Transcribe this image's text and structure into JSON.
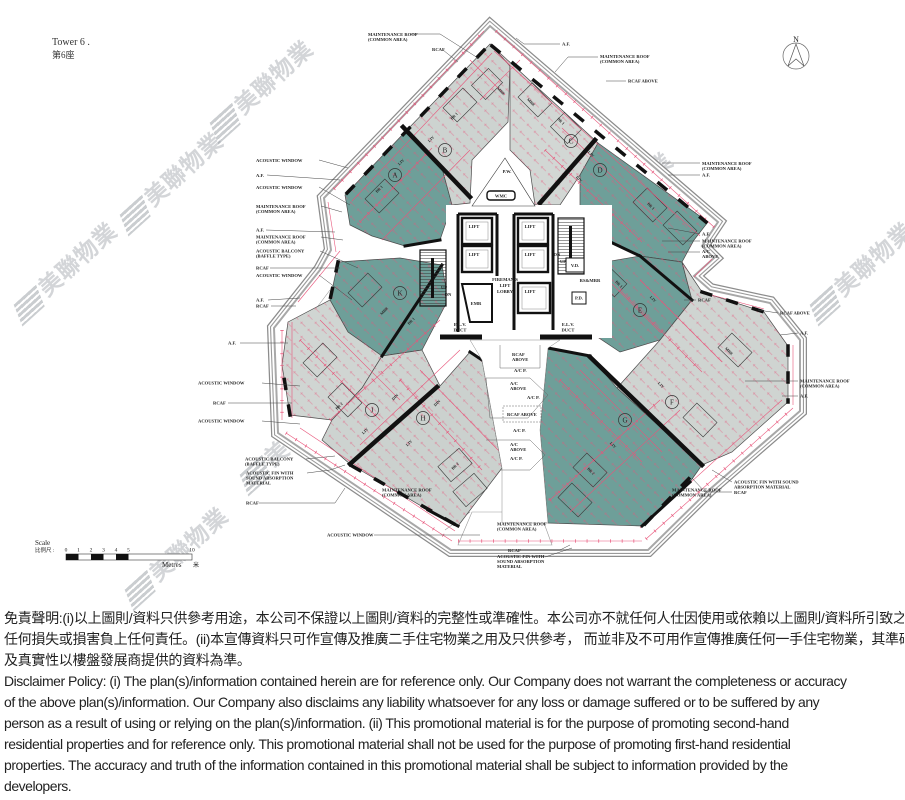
{
  "header": {
    "tower_en": "Tower 6 .",
    "tower_zh": "第6座"
  },
  "north_arrow": {
    "label": "N"
  },
  "scale": {
    "label_en": "Scale",
    "label_zh": "比例尺 :",
    "ticks": [
      "0",
      "1",
      "2",
      "3",
      "4",
      "5",
      "10"
    ],
    "unit_en": "Metres",
    "unit_zh": "米"
  },
  "colors": {
    "unit_teal": "#6e9f99",
    "unit_grey": "#cdd3d0",
    "dimension_pink": "#e8557a",
    "wall": "#111111"
  },
  "plan": {
    "units": [
      "A",
      "B",
      "C",
      "D",
      "E",
      "F",
      "G",
      "H",
      "J",
      "K"
    ],
    "core": {
      "lifts": [
        "LIFT",
        "LIFT",
        "LIFT",
        "LIFT",
        "LIFT"
      ],
      "firemans_lobby": [
        "FIREMAN'S",
        "LIFT",
        "LOBBY"
      ],
      "emr": "EMR",
      "pw": "P.W.",
      "wmc": "WMC",
      "vd": "V.D.",
      "rsmrr": "RS&MRR",
      "pd": "P.D.",
      "elv_duct_left": [
        "E.L.V.",
        "DUCT"
      ],
      "elv_duct_right": [
        "E.L.V.",
        "DUCT"
      ],
      "stair_labels": [
        "UP",
        "DN",
        "DN",
        "UP"
      ]
    },
    "callouts": [
      {
        "lines": [
          "MAINTENANCE ROOF",
          "(COMMON AREA)"
        ]
      },
      {
        "lines": [
          "RCAF"
        ]
      },
      {
        "lines": [
          "A.F."
        ]
      },
      {
        "lines": [
          "MAINTENANCE ROOF",
          "(COMMON AREA)"
        ]
      },
      {
        "lines": [
          "RCAF  ABOVE"
        ]
      },
      {
        "lines": [
          "ACOUSTIC WINDOW"
        ]
      },
      {
        "lines": [
          "A.F."
        ]
      },
      {
        "lines": [
          "ACOUSTIC WINDOW"
        ]
      },
      {
        "lines": [
          "MAINTENANCE ROOF",
          "(COMMON AREA)"
        ]
      },
      {
        "lines": [
          "A.F."
        ]
      },
      {
        "lines": [
          "MAINTENANCE ROOF",
          "(COMMON AREA)"
        ]
      },
      {
        "lines": [
          "ACOUSTIC BALCONY",
          "(BAFFLE TYPE)"
        ]
      },
      {
        "lines": [
          "RCAF"
        ]
      },
      {
        "lines": [
          "ACOUSTIC WINDOW"
        ]
      },
      {
        "lines": [
          "A.F."
        ]
      },
      {
        "lines": [
          "RCAF"
        ]
      },
      {
        "lines": [
          "A.F."
        ]
      },
      {
        "lines": [
          "ACOUSTIC WINDOW"
        ]
      },
      {
        "lines": [
          "RCAF"
        ]
      },
      {
        "lines": [
          "ACOUSTIC WINDOW"
        ]
      },
      {
        "lines": [
          "ACOUSTIC BALCONY",
          "(BAFFLE TYPE)"
        ]
      },
      {
        "lines": [
          "ACOUSTIC FIN WITH",
          "SOUND ABSORPTION",
          "MATERIAL"
        ]
      },
      {
        "lines": [
          "RCAF"
        ]
      },
      {
        "lines": [
          "ACOUSTIC WINDOW"
        ]
      },
      {
        "lines": [
          "MAINTENANCE ROOF",
          "(COMMON AREA)"
        ]
      },
      {
        "lines": [
          "A.F."
        ]
      },
      {
        "lines": [
          "A.F."
        ]
      },
      {
        "lines": [
          "MAINTENANCE ROOF",
          "(COMMON AREA)"
        ]
      },
      {
        "lines": [
          "A/C",
          "ABOVE"
        ]
      },
      {
        "lines": [
          "RCAF"
        ]
      },
      {
        "lines": [
          "RCAF  ABOVE"
        ]
      },
      {
        "lines": [
          "A.F."
        ]
      },
      {
        "lines": [
          "MAINTENANCE ROOF",
          "(COMMON AREA)"
        ]
      },
      {
        "lines": [
          "A.F."
        ]
      },
      {
        "lines": [
          "ACOUSTIC FIN WITH SOUND",
          "ABSORPTION MATERIAL"
        ]
      },
      {
        "lines": [
          "RCAF"
        ]
      },
      {
        "lines": [
          "MAINTENANCE ROOF",
          "(COMMON AREA)"
        ]
      },
      {
        "lines": [
          "MAINTENANCE ROOF",
          "(COMMON AREA)"
        ]
      },
      {
        "lines": [
          "MAINTENANCE ROOF",
          "(COMMON AREA)"
        ]
      },
      {
        "lines": [
          "RCAF"
        ]
      },
      {
        "lines": [
          "ACOUSTIC FIN WITH",
          "SOUND ABSORPTION",
          "MATERIAL"
        ]
      }
    ],
    "center_notes": [
      {
        "lines": [
          "RCAF",
          "ABOVE"
        ]
      },
      {
        "lines": [
          "A/C P."
        ]
      },
      {
        "lines": [
          "A/C",
          "ABOVE"
        ]
      },
      {
        "lines": [
          "A/C P."
        ]
      },
      {
        "lines": [
          "RCAF  ABOVE"
        ]
      },
      {
        "lines": [
          "A/C P."
        ]
      },
      {
        "lines": [
          "A/C",
          "ABOVE"
        ]
      },
      {
        "lines": [
          "A/C P."
        ]
      }
    ],
    "rooms": [
      {
        "label": "MBR"
      },
      {
        "label": "BR 1"
      },
      {
        "label": "LIV"
      },
      {
        "label": "MBR"
      },
      {
        "label": "BR 1"
      },
      {
        "label": "LIV"
      },
      {
        "label": "LIV"
      },
      {
        "label": "BR 1"
      },
      {
        "label": "LIV"
      },
      {
        "label": "BR 1"
      },
      {
        "label": "MBR"
      },
      {
        "label": "BR 1"
      },
      {
        "label": "LIV"
      },
      {
        "label": "DIN"
      },
      {
        "label": "BR 2"
      },
      {
        "label": "LIV"
      },
      {
        "label": "DIN"
      },
      {
        "label": "BR 2"
      },
      {
        "label": "LIV"
      },
      {
        "label": "BR 2"
      },
      {
        "label": "LIV"
      },
      {
        "label": "MBR"
      },
      {
        "label": "BR 1"
      },
      {
        "label": "LIV"
      }
    ]
  },
  "watermark": {
    "text": "美聯物業"
  },
  "disclaimer": {
    "zh_lines": [
      "免責聲明:(i)以上圖則/資料只供參考用途，本公司不保證以上圖則/資料的完整性或準確性。本公司亦不就任何人仕因使用或依賴以上圖則/資料所引致之",
      "任何損失或損害負上任何責任。(ii)本宣傳資料只可作宣傳及推廣二手住宅物業之用及只供參考， 而並非及不可用作宣傳推廣任何一手住宅物業，其準確性",
      "及真實性以樓盤發展商提供的資料為準。"
    ],
    "en_lines": [
      "Disclaimer Policy: (i) The plan(s)/information contained herein are for reference only. Our Company does not warrant the completeness or accuracy",
      "of the above plan(s)/information. Our Company also disclaims any liability whatsoever for any loss or damage suffered or to be suffered by any",
      "person as a result of using or relying on the plan(s)/information. (ii) This promotional material is for the purpose of promoting second-hand",
      "residential properties and for reference only. This promotional material shall not be used for the purpose of promoting first-hand residential",
      "properties. The accuracy and truth of the information contained in this promotional material shall be subject to information provided by the",
      "developers."
    ]
  }
}
